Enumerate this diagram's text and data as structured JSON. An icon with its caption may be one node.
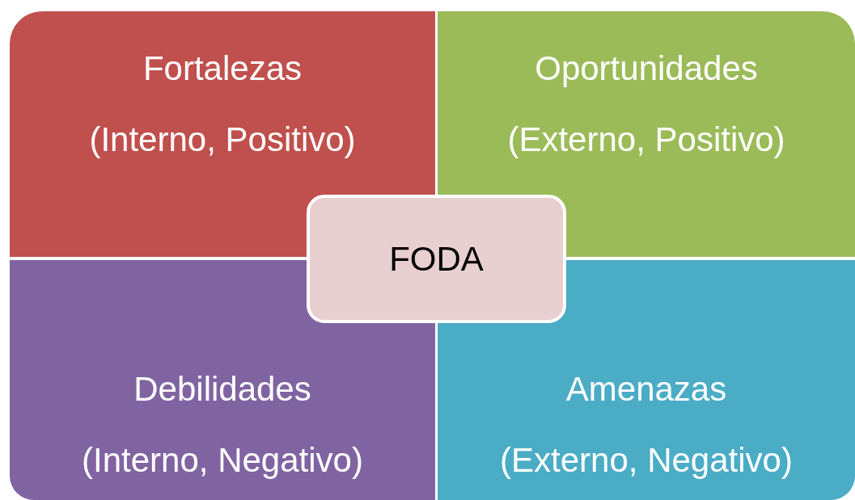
{
  "diagram": {
    "nodes": [
      {
        "text": [
          "Fortalezas",
          "(Interno, Positivo)"
        ]
      },
      {
        "text": [
          "Oportunidades",
          "(Externo, Positivo)"
        ]
      },
      {
        "text": [
          "FODA"
        ]
      },
      {
        "text": [
          "Debilidades",
          "(Interno, Negativo)"
        ]
      },
      {
        "text": [
          "Amenazas",
          "(Externo, Negativo)"
        ]
      }
    ]
  }
}
